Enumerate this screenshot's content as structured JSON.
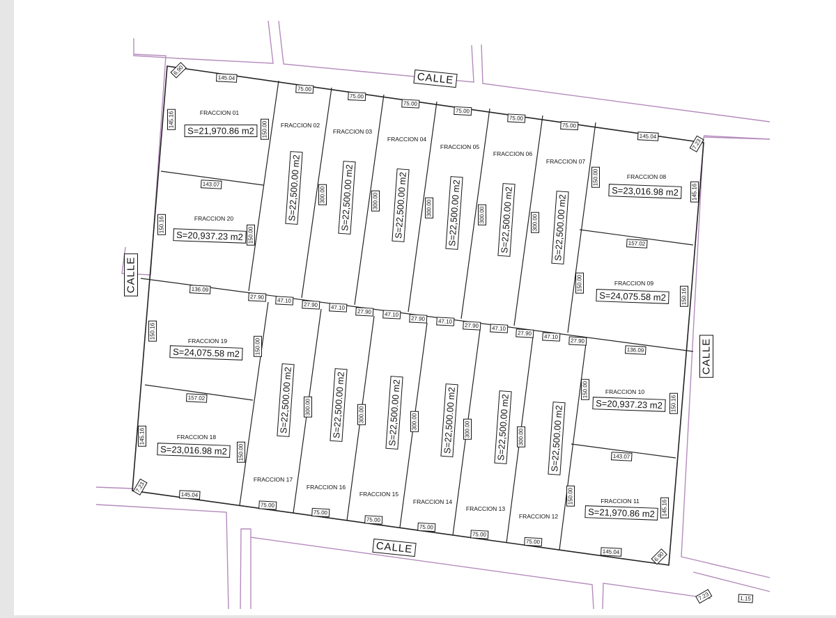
{
  "streets": {
    "top": "CALLE",
    "bottom": "CALLE",
    "left": "CALLE",
    "right": "CALLE"
  },
  "lots": [
    {
      "name": "FRACCION 01",
      "area": "S=21,970.86 m2"
    },
    {
      "name": "FRACCION 02",
      "area": "S=22,500.00 m2"
    },
    {
      "name": "FRACCION 03",
      "area": "S=22,500.00 m2"
    },
    {
      "name": "FRACCION 04",
      "area": "S=22,500.00 m2"
    },
    {
      "name": "FRACCION 05",
      "area": "S=22,500.00 m2"
    },
    {
      "name": "FRACCION 06",
      "area": "S=22,500.00 m2"
    },
    {
      "name": "FRACCION 07",
      "area": "S=22,500.00 m2"
    },
    {
      "name": "FRACCION 08",
      "area": "S=23,016.98 m2"
    },
    {
      "name": "FRACCION 09",
      "area": "S=24,075.58 m2"
    },
    {
      "name": "FRACCION 10",
      "area": "S=20,937.23 m2"
    },
    {
      "name": "FRACCION 11",
      "area": "S=21,970.86 m2"
    },
    {
      "name": "FRACCION 12",
      "area": "S=22,500.00 m2"
    },
    {
      "name": "FRACCION 13",
      "area": "S=22,500.00 m2"
    },
    {
      "name": "FRACCION 14",
      "area": "S=22,500.00 m2"
    },
    {
      "name": "FRACCION 15",
      "area": "S=22,500.00 m2"
    },
    {
      "name": "FRACCION 16",
      "area": "S=22,500.00 m2"
    },
    {
      "name": "FRACCION 17",
      "area": "S=22,500.00 m2"
    },
    {
      "name": "FRACCION 18",
      "area": "S=23,016.98 m2"
    },
    {
      "name": "FRACCION 19",
      "area": "S=24,075.58 m2"
    },
    {
      "name": "FRACCION 20",
      "area": "S=20,937.23 m2"
    }
  ],
  "dims": {
    "corner_tl": "6.90",
    "corner_tr": "7.23",
    "corner_bl": "7.23",
    "corner_br": "6.90",
    "top_01": "145.04",
    "top_lots": "75.00",
    "top_08": "145.04",
    "left_01": "145.16",
    "left_20": "150.16",
    "left_19": "150.16",
    "left_18": "145.16",
    "right_08": "145.16",
    "right_09": "150.16",
    "right_10": "150.16",
    "right_11": "145.16",
    "h_01_20": "143.07",
    "h_20_19": "136.09",
    "h_19_18": "157.02",
    "h_08_09": "157.02",
    "h_09_10": "136.09",
    "h_10_11": "143.07",
    "bot_18": "145.04",
    "bot_lots": "75.00",
    "bot_11": "145.04",
    "side_150": "150.00",
    "side_300": "300.00",
    "mid_a": "27.90",
    "mid_b": "47.10",
    "tiny_a": "7.23",
    "tiny_b": "1.15"
  }
}
